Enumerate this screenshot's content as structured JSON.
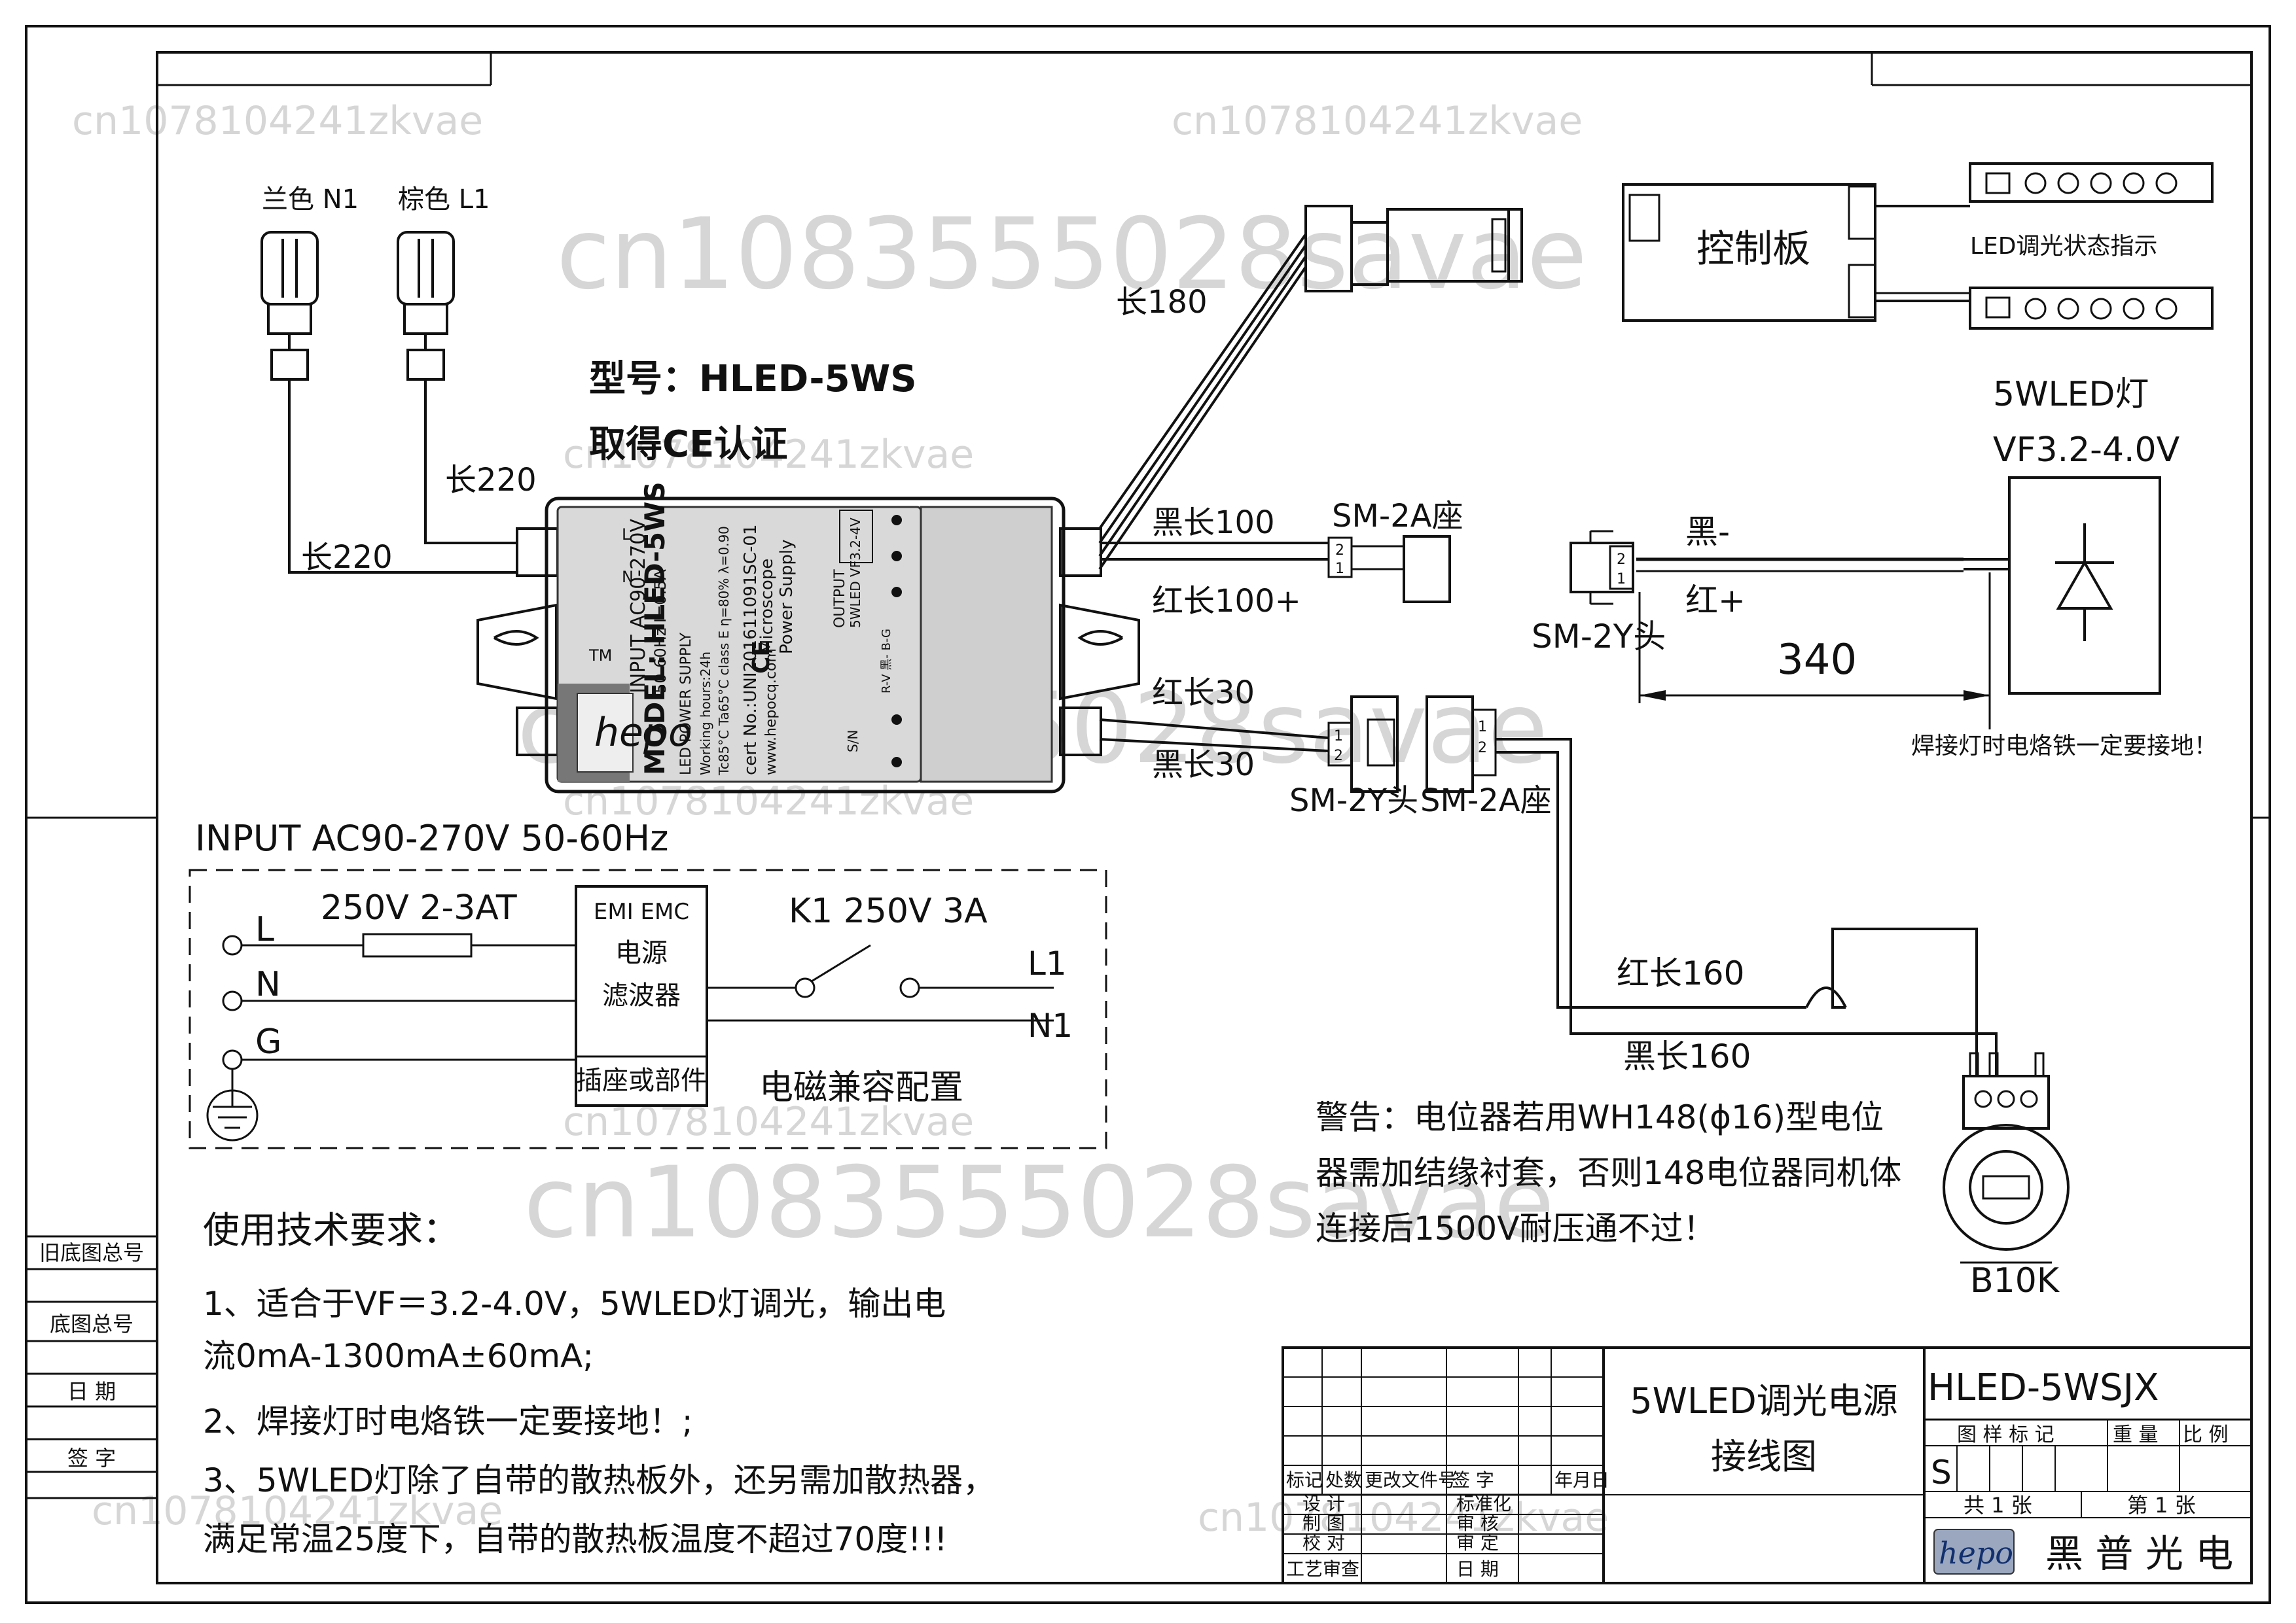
{
  "title_block": {
    "drawing_title_line1": "5WLED调光电源",
    "drawing_title_line2": "接线图",
    "drawing_number": "HLED-5WSJX",
    "header_cells": [
      "图 样 标 记",
      "重 量",
      "比 例"
    ],
    "mark_value": "S",
    "sheets_total": "共  1  张",
    "sheet_no": "第  1  张",
    "company_name": "黑 普 光 电",
    "logo_text": "hepo",
    "rev_row": [
      "标记",
      "处数",
      "更改文件号",
      "签  字",
      "年月日"
    ],
    "sign_rows": [
      [
        "设  计",
        "标准化"
      ],
      [
        "制  图",
        "审  核"
      ],
      [
        "校  对",
        "审  定"
      ],
      [
        "工艺审查",
        "日  期"
      ]
    ]
  },
  "left_strip": [
    "旧底图总号",
    "底图总号",
    "日  期",
    "签  字"
  ],
  "model": {
    "line1": "型号：HLED-5WS",
    "line2": "取得CE认证"
  },
  "power_supply": {
    "model_label": "MODEL: HLED-5WS",
    "sub_label": "LED POWER SUPPLY",
    "input_spec": "INPUT AC90-270V",
    "freq_spec": "50-60Hz  I=0.5A",
    "working": "Working hours:24h",
    "temp": "Tc85°C Ta65°C class E η=80% λ=0.90",
    "brand1": "Microscope",
    "brand2": "Power Supply",
    "cert": "cert No.:UNI201611091SC-01",
    "site": "www.hepocq.com",
    "output": "OUTPUT",
    "output_spec": "5WLED VF3.2-4V",
    "rv": "R-V  黑-  B-G",
    "sn": "S/N",
    "ce": "CE",
    "tm": "TM",
    "pin_l": "L",
    "pin_n": "N",
    "logo": "hepo"
  },
  "input_wires": {
    "blue_label": "兰色 N1",
    "brown_label": "棕色 L1",
    "len_a": "长220",
    "len_b": "长220"
  },
  "output_wires": {
    "len180": "长180",
    "black100": "黑长100",
    "red100": "红长100+",
    "red30": "红长30",
    "black30": "黑长30",
    "sm2a_top": "SM-2A座",
    "sm2y_top": "SM-2Y头",
    "sm2y_bottom": "SM-2Y头",
    "sm2a_bottom": "SM-2A座",
    "pin1": "1",
    "pin2": "2"
  },
  "control_board": {
    "label": "控制板",
    "indicator": "LED调光状态指示"
  },
  "led_lamp": {
    "title": "5WLED灯",
    "vf": "VF3.2-4.0V",
    "black": "黑-",
    "red": "红+",
    "dimension": "340",
    "note": "焊接灯时电烙铁一定要接地！"
  },
  "potentiometer": {
    "red160": "红长160",
    "black160": "黑长160",
    "label": "B10K"
  },
  "warning": {
    "line1": "警告：电位器若用WH148(ϕ16)型电位",
    "line2": "器需加结缘衬套，否则148电位器同机体",
    "line3": "连接后1500V耐压通不过！"
  },
  "schematic": {
    "title": "INPUT AC90-270V 50-60Hz",
    "fuse": "250V 2-3AT",
    "switch": "K1 250V 3A",
    "emi1": "EMI EMC",
    "emi2": "电源",
    "emi3": "滤波器",
    "socket": "插座或部件",
    "emc_config": "电磁兼容配置",
    "terminal_l": "L",
    "terminal_n": "N",
    "terminal_g": "G",
    "out_l1": "L1",
    "out_n1": "N1"
  },
  "requirements": {
    "heading": "使用技术要求：",
    "item1a": "1、适合于VF＝3.2-4.0V，5WLED灯调光，输出电",
    "item1b": "流0mA-1300mA±60mA;",
    "item2": "2、焊接灯时电烙铁一定要接地！;",
    "item3a": "3、5WLED灯除了自带的散热板外，还另需加散热器，",
    "item3b": "满足常温25度下，自带的散热板温度不超过70度!!!"
  },
  "watermarks": [
    "cn1078104241zkvae",
    "cn1078104241zkvae",
    "cn1083555028savae",
    "cn1078104241zkvae",
    "cn1083555028savae",
    "cn1078104241zkvae",
    "cn1083555028savae",
    "cn1078104241zkvae",
    "cn1078104241zkvae",
    "cn1078104241zkvae"
  ]
}
